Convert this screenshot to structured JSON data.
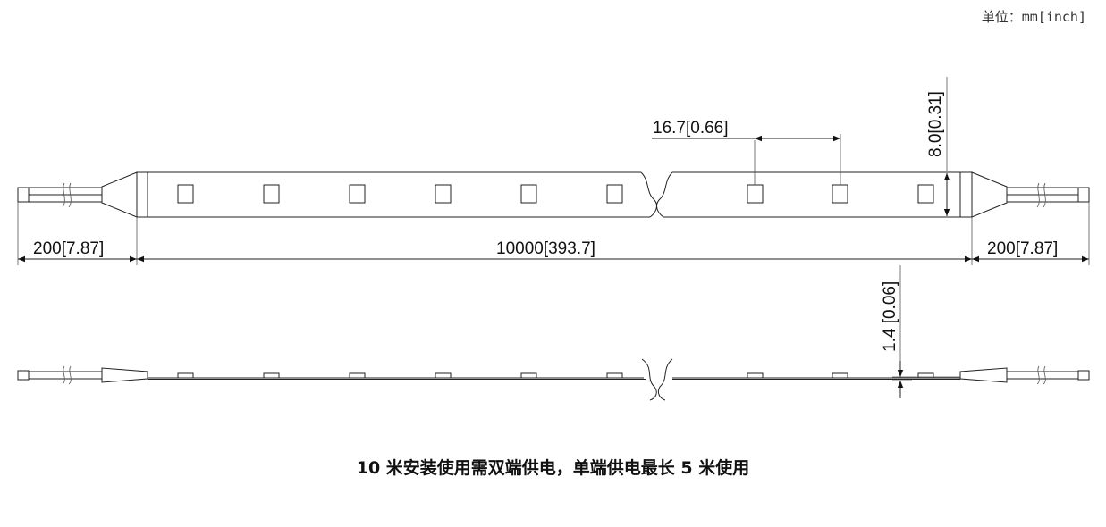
{
  "header": {
    "units_label": "单位：mm[inch]"
  },
  "dimensions": {
    "lead_left": "200[7.87]",
    "lead_right": "200[7.87]",
    "strip_length": "10000[393.7]",
    "led_pitch": "16.7[0.66]",
    "strip_width": "8.0[0.31]",
    "strip_thickness": "1.4 [0.06]"
  },
  "footer": {
    "note": "10 米安装使用需双端供电，单端供电最长 5 米使用"
  },
  "colors": {
    "line": "#222222",
    "text": "#111111"
  }
}
